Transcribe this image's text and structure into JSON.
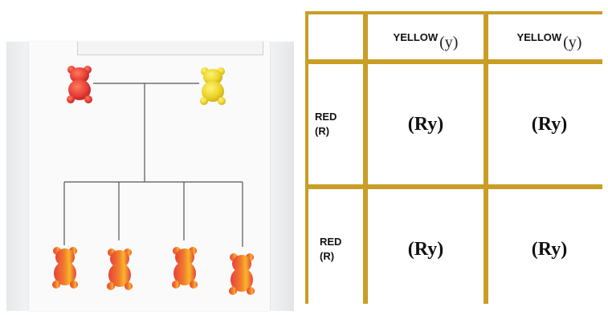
{
  "colors": {
    "grid_border": "#c99e25",
    "red_bear": "#e8413a",
    "yellow_bear": "#ecd52a",
    "orange_bear": "#f27a2e"
  },
  "photo": {
    "parents": [
      "red-gummy-bear",
      "yellow-gummy-bear"
    ],
    "offspring": [
      "red-yellow-gummy-bear",
      "red-yellow-gummy-bear",
      "red-yellow-gummy-bear",
      "red-yellow-gummy-bear"
    ]
  },
  "punnett": {
    "columns": [
      {
        "label": "YELLOW",
        "allele": "(y)"
      },
      {
        "label": "YELLOW",
        "allele": "(y)"
      }
    ],
    "rows": [
      {
        "label": "RED",
        "allele": "(R)",
        "cells": [
          "(Ry)",
          "(Ry)"
        ]
      },
      {
        "label": "RED",
        "allele": "(R)",
        "cells": [
          "(Ry)",
          "(Ry)"
        ]
      }
    ]
  }
}
